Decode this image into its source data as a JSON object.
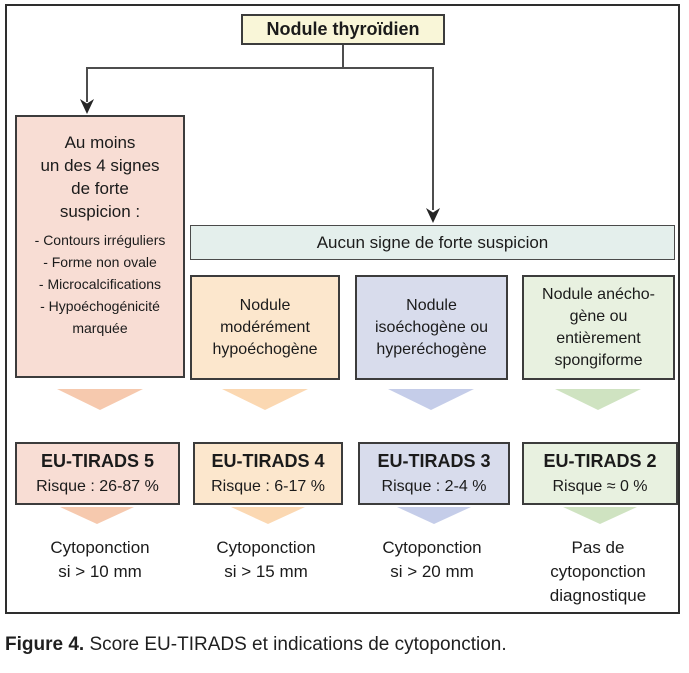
{
  "palette": {
    "root_fill": "#f9f6d8",
    "bar_fill": "#e4efec",
    "line_color": "#4d4d4d",
    "arrow_color": "#262626",
    "border_color": "#3c3c3c"
  },
  "root": {
    "label": "Nodule thyroïdien"
  },
  "no_suspicion": {
    "label": "Aucun signe de forte suspicion"
  },
  "left_box": {
    "title": "Au moins\nun des 4 signes\nde forte\nsuspicion :",
    "items": "- Contours irréguliers\n- Forme non ovale\n- Microcalcifications\n- Hypoéchogénicité\nmarquée"
  },
  "columns": [
    {
      "tirads": "EU-TIRADS 5",
      "risk": "Risque : 26-87 %",
      "action": "Cytoponction\nsi > 10 mm",
      "box_color": "#f8ddd4",
      "chevron_color": "#f6c9ae"
    },
    {
      "feature": "Nodule\nmodérément\nhypoéchogène",
      "tirads": "EU-TIRADS 4",
      "risk": "Risque : 6-17 %",
      "action": "Cytoponction\nsi > 15 mm",
      "box_color": "#fce7cd",
      "chevron_color": "#fbd8b2"
    },
    {
      "feature": "Nodule\nisoéchogène ou\nhyperéchogène",
      "tirads": "EU-TIRADS 3",
      "risk": "Risque : 2-4 %",
      "action": "Cytoponction\nsi > 20 mm",
      "box_color": "#d8dcec",
      "chevron_color": "#c5cde9"
    },
    {
      "feature": "Nodule anécho-\ngène ou\nentièrement\nspongiforme",
      "tirads": "EU-TIRADS 2",
      "risk": "Risque ≈ 0 %",
      "action": "Pas de\ncytoponction\ndiagnostique",
      "box_color": "#e8f1e0",
      "chevron_color": "#cfe3c1"
    }
  ],
  "caption": {
    "label": "Figure 4.",
    "text": " Score EU-TIRADS et indications de cytoponction."
  }
}
